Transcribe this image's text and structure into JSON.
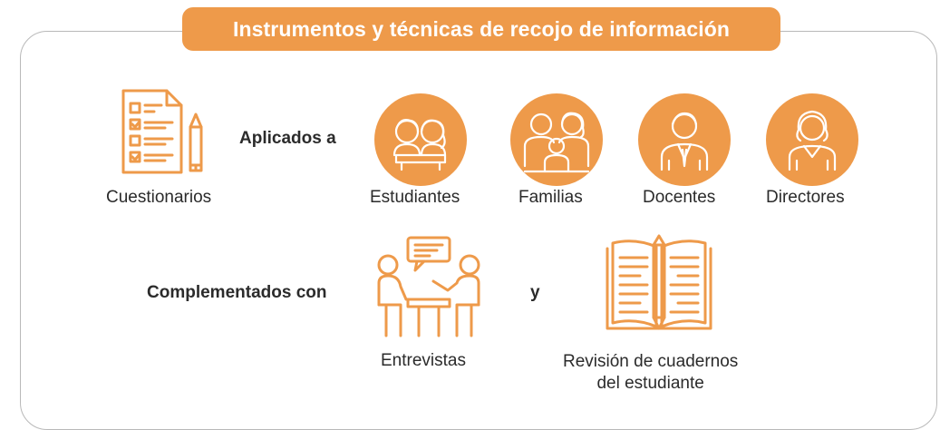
{
  "title": "Instrumentos y técnicas de recojo de información",
  "row1": {
    "instrument": "Cuestionarios",
    "connector": "Aplicados a",
    "audiences": [
      {
        "label": "Estudiantes",
        "icon": "students-icon"
      },
      {
        "label": "Familias",
        "icon": "family-icon"
      },
      {
        "label": "Docentes",
        "icon": "teacher-icon"
      },
      {
        "label": "Directores",
        "icon": "director-icon"
      }
    ]
  },
  "row2": {
    "connector": "Complementados con",
    "interviews": "Entrevistas",
    "conjunction": "y",
    "notebook_review": "Revisión de cuadernos\ndel estudiante"
  },
  "colors": {
    "accent": "#ee9a4a",
    "frame": "#b9b9b9",
    "text": "#2b2b2b"
  }
}
